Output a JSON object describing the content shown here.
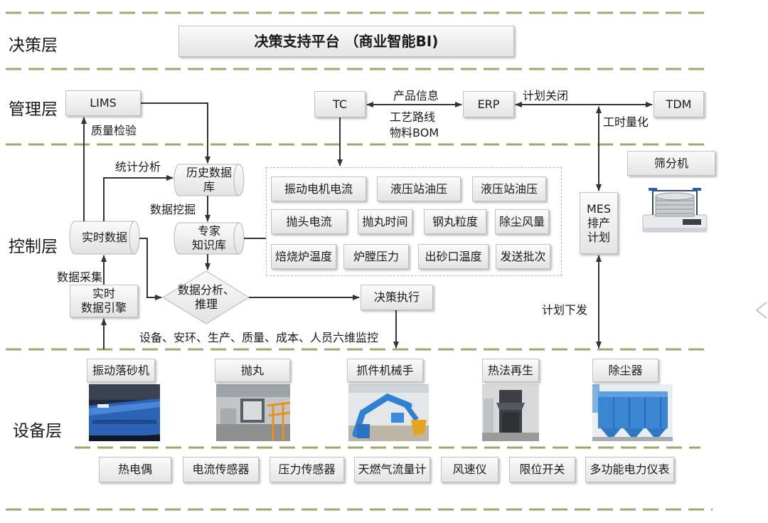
{
  "layers": {
    "decision": "决策层",
    "management": "管理层",
    "control": "控制层",
    "device": "设备层"
  },
  "decision_layer": {
    "platform": "决策支持平台 （商业智能BI)"
  },
  "management_layer": {
    "lims": "LIMS",
    "tc": "TC",
    "erp": "ERP",
    "tdm": "TDM",
    "tc_erp_top_label": "产品信息",
    "tc_erp_bottom_label_1": "工艺路线",
    "tc_erp_bottom_label_2": "物料BOM",
    "erp_tdm_label": "计划关闭",
    "tdm_mes_label": "工时量化",
    "lims_link_label": "质量检验"
  },
  "control_layer": {
    "stat_analysis_label": "统计分析",
    "history_db": "历史数据\n库",
    "data_mining_label": "数据挖掘",
    "expert_kb": "专家\n知识库",
    "realtime_data": "实时数据",
    "data_collection_label": "数据采集",
    "realtime_engine": "实时\n数据引擎",
    "analysis": "数据分析、\n推理",
    "decision_exec": "决策执行",
    "monitoring_label": "设备、安环、生产、质量、成本、人员六维监控",
    "mes": "MES\n排产\n计划",
    "plan_issue_label": "计划下发",
    "sieve": "筛分机",
    "parameters": [
      "振动电机电流",
      "液压站油压",
      "液压站油压",
      "抛头电流",
      "抛丸时间",
      "钢丸粒度",
      "除尘风量",
      "焙烧炉温度",
      "炉膛压力",
      "出砂口温度",
      "发送批次"
    ]
  },
  "device_layer": {
    "equipment": [
      "振动落砂机",
      "抛丸",
      "抓件机械手",
      "热法再生",
      "除尘器"
    ],
    "sensors": [
      "热电偶",
      "电流传感器",
      "压力传感器",
      "天燃气流量计",
      "风速仪",
      "限位开关",
      "多功能电力仪表"
    ]
  },
  "colors": {
    "separator": "#9aab72",
    "box_fill": "#efefef",
    "box_border": "#c2c2c2",
    "arrow": "#333333"
  }
}
